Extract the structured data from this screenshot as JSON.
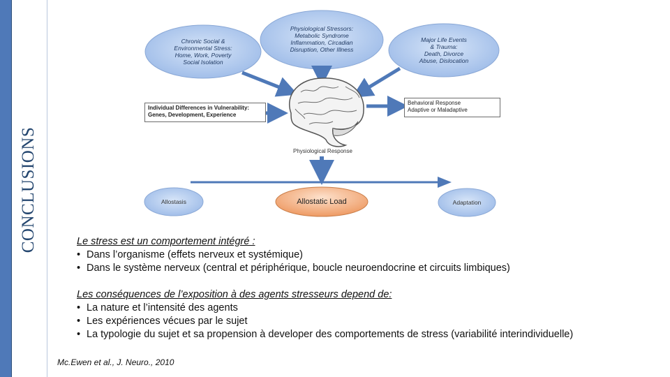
{
  "slide_title": "CONCLUSIONS",
  "diagram": {
    "stressor_chronic": "Chronic Social &\nEnvironmental Stress:\nHome, Work, Poverty\nSocial Isolation",
    "stressor_physiological": "Physiological Stressors:\nMetabolic Syndrome\nInflammation, Circadian\nDisruption, Other Illness",
    "stressor_life_events": "Major Life Events\n& Trauma:\nDeath, Divorce\nAbuse, Dislocation",
    "individual_differences": "Individual Differences in Vulnerability:\nGenes, Development, Experience",
    "behavioral_response": "Behavioral Response\nAdaptive or Maladaptive",
    "physiological_response": "Physiological Response",
    "allostasis": "Allostasis",
    "allostatic_load": "Allostatic Load",
    "adaptation": "Adaptation"
  },
  "section1": {
    "heading": "Le stress est un comportement intégré :",
    "bullets": [
      "Dans l’organisme (effets nerveux et systémique)",
      "Dans le système nerveux (central et périphérique, boucle neuroendocrine et circuits limbiques)"
    ]
  },
  "section2": {
    "heading": "Les conséquences de l’exposition à des agents stresseurs depend de:",
    "bullets": [
      "La nature et l’intensité des agents",
      "Les expériences vécues par le sujet",
      "La typologie du sujet et sa propension à developer des comportements de stress (variabilité interindividuelle)"
    ]
  },
  "bullet_glyph": "•",
  "citation": "Mc.Ewen et al., J. Neuro., 2010",
  "colors": {
    "accent": "#4f79b8",
    "title": "#24466f",
    "ellipse": "#a9c3ea",
    "allostatic_load": "#f2a774"
  }
}
